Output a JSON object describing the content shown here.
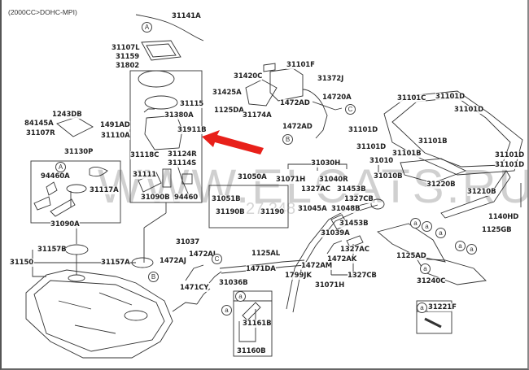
{
  "header": {
    "variant": "(2000CC>DOHC-MPI)"
  },
  "watermark": {
    "text": "WWW.ELCATS.RU",
    "code": "27 248"
  },
  "callouts": {
    "A": "A",
    "B": "B",
    "C": "C",
    "a": "a"
  },
  "parts": {
    "p31141A": "31141A",
    "p31107L": "31107L",
    "p31159": "31159",
    "p31802": "31802",
    "p31115": "31115",
    "p31380A": "31380A",
    "p31911B": "31911B",
    "p31110A": "31110A",
    "p31118C": "31118C",
    "p31124R": "31124R",
    "p31114S": "31114S",
    "p31111": "31111",
    "p31090B": "31090B",
    "p94460": "94460",
    "p1243DB": "1243DB",
    "p84145A": "84145A",
    "p1491AD": "1491AD",
    "p31107R": "31107R",
    "p31130P": "31130P",
    "p94460A": "94460A",
    "p31117A": "31117A",
    "p31090A": "31090A",
    "p31157B": "31157B",
    "p31150": "31150",
    "p31157A": "31157A",
    "p31101F": "31101F",
    "p31420C": "31420C",
    "p31372J": "31372J",
    "p31425A": "31425A",
    "p14720A": "14720A",
    "p1472AD_1": "1472AD",
    "p1125DA": "1125DA",
    "p31174A": "31174A",
    "p1472AD_2": "1472AD",
    "p31101C": "31101C",
    "p31101D_1": "31101D",
    "p31101D_2": "31101D",
    "p31101D_3": "31101D",
    "p31101D_4": "31101D",
    "p31101D_5": "31101D",
    "p31101D_6": "31101D",
    "p31101B_1": "31101B",
    "p31101B_2": "31101B",
    "p31030H": "31030H",
    "p31010": "31010",
    "p31071H_1": "31071H",
    "p31040R": "31040R",
    "p31010B": "31010B",
    "p1327AC_1": "1327AC",
    "p31453B_1": "31453B",
    "p31050A": "31050A",
    "p31220B": "31220B",
    "p1327CB_1": "1327CB",
    "p31051B": "31051B",
    "p31045A": "31045A",
    "p31048B": "31048B",
    "p31210B": "31210B",
    "p31190B": "31190B",
    "p31190": "31190",
    "p31453B_2": "31453B",
    "p1140HD": "1140HD",
    "p31039A": "31039A",
    "p1125GB": "1125GB",
    "p31037": "31037",
    "p1472AJ_1": "1472AJ",
    "p1472AJ_2": "1472AJ",
    "p1125AL": "1125AL",
    "p1327AC_2": "1327AC",
    "p1472AK": "1472AK",
    "p1125AD": "1125AD",
    "p1471DA": "1471DA",
    "p1472AM": "1472AM",
    "p1799JK": "1799JK",
    "p1327CB_2": "1327CB",
    "p31240C": "31240C",
    "p1471CY": "1471CY",
    "p31036B": "31036B",
    "p31071H_2": "31071H",
    "p31221F": "31221F",
    "p31161B": "31161B",
    "p31160B": "31160B"
  },
  "colors": {
    "highlight_arrow": "#e8201a",
    "line": "#333333"
  }
}
